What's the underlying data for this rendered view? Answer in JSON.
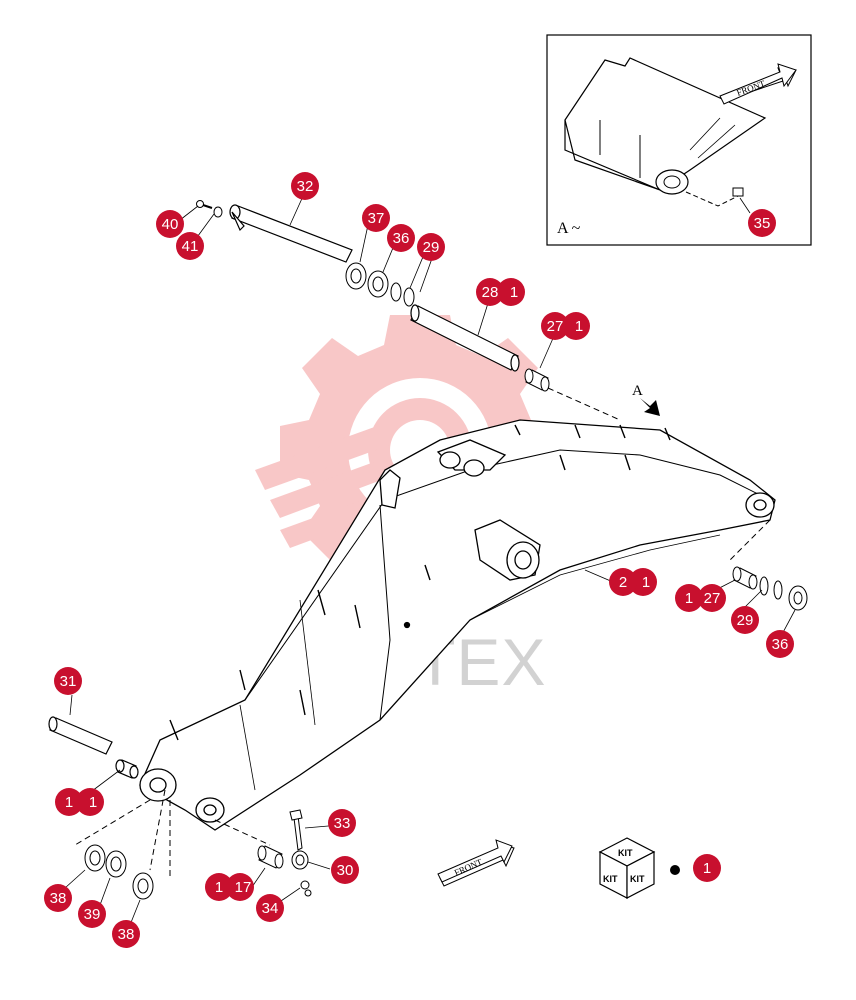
{
  "diagram": {
    "watermark_text": "ИНТЕХ",
    "inset": {
      "label": "A ~",
      "front_label": "FRONT"
    },
    "view_marker": "A",
    "front_label": "FRONT",
    "kit_label": "KIT",
    "colors": {
      "callout": "#c8102e",
      "watermark": "#f3b0b0",
      "line": "#000000"
    },
    "callouts": [
      {
        "id": "c1",
        "text": "1"
      },
      {
        "id": "c1b",
        "text": "1"
      },
      {
        "id": "c1c",
        "text": "1"
      },
      {
        "id": "c1d",
        "text": "1"
      },
      {
        "id": "c1e",
        "text": "1"
      },
      {
        "id": "c1f",
        "text": "1"
      },
      {
        "id": "c1g",
        "text": "1"
      },
      {
        "id": "c1h",
        "text": "1"
      },
      {
        "id": "c2",
        "text": "2"
      },
      {
        "id": "c17",
        "text": "17"
      },
      {
        "id": "c27",
        "text": "27"
      },
      {
        "id": "c27b",
        "text": "27"
      },
      {
        "id": "c28",
        "text": "28"
      },
      {
        "id": "c29",
        "text": "29"
      },
      {
        "id": "c29b",
        "text": "29"
      },
      {
        "id": "c30",
        "text": "30"
      },
      {
        "id": "c31",
        "text": "31"
      },
      {
        "id": "c32",
        "text": "32"
      },
      {
        "id": "c33",
        "text": "33"
      },
      {
        "id": "c34",
        "text": "34"
      },
      {
        "id": "c35",
        "text": "35"
      },
      {
        "id": "c36",
        "text": "36"
      },
      {
        "id": "c36b",
        "text": "36"
      },
      {
        "id": "c37",
        "text": "37"
      },
      {
        "id": "c38",
        "text": "38"
      },
      {
        "id": "c38b",
        "text": "38"
      },
      {
        "id": "c39",
        "text": "39"
      },
      {
        "id": "c40",
        "text": "40"
      },
      {
        "id": "c41",
        "text": "41"
      }
    ]
  }
}
